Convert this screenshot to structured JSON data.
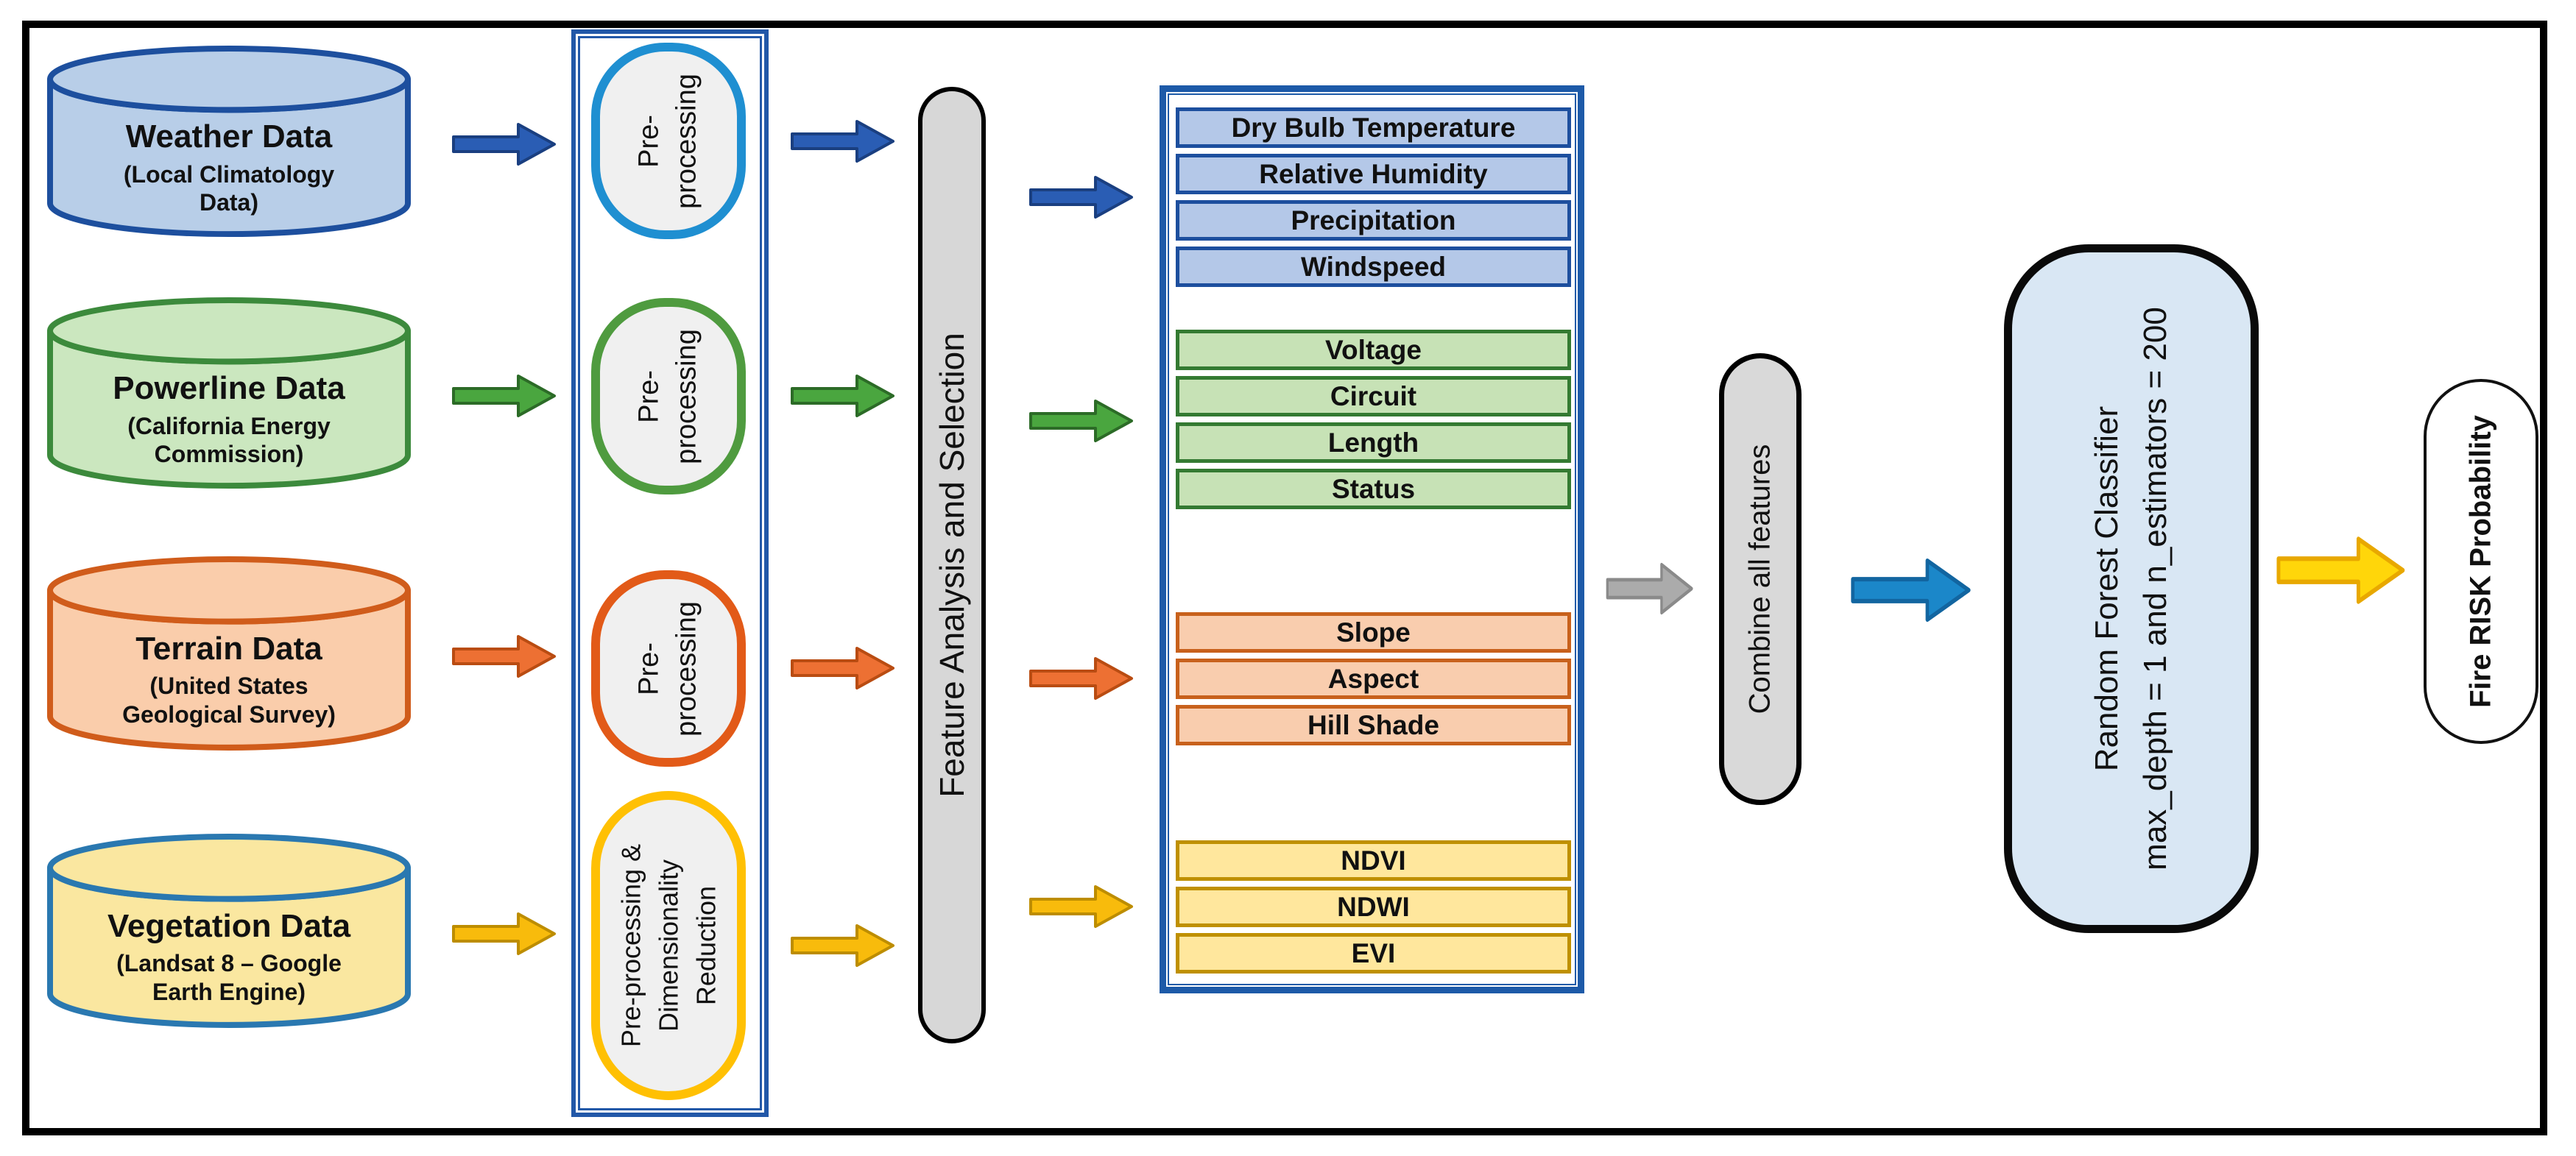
{
  "sources": [
    {
      "title": "Weather Data",
      "subtitle": "(Local Climatology Data)",
      "fill": "#b8cee8",
      "stroke": "#1d4f9e"
    },
    {
      "title": "Powerline Data",
      "subtitle": "(California Energy Commission)",
      "fill": "#cbe7bf",
      "stroke": "#3c8a3c"
    },
    {
      "title": "Terrain Data",
      "subtitle": "(United States Geological Survey)",
      "fill": "#facdab",
      "stroke": "#d05c1b"
    },
    {
      "title": "Vegetation Data",
      "subtitle": "(Landsat 8 – Google Earth Engine)",
      "fill": "#fae7a0",
      "stroke": "#2a78b0"
    }
  ],
  "preprocessing": [
    {
      "lines": [
        "Pre-",
        "processing"
      ],
      "border": "#1f8fd1"
    },
    {
      "lines": [
        "Pre-",
        "processing"
      ],
      "border": "#4f9b3f"
    },
    {
      "lines": [
        "Pre-",
        "processing"
      ],
      "border": "#e25a18"
    },
    {
      "lines": [
        "Pre-processing &",
        "Dimensionality",
        "Reduction"
      ],
      "border": "#ffc003"
    }
  ],
  "feature_analysis": {
    "label": "Feature Analysis and Selection",
    "fill": "#d7d7d7"
  },
  "features": {
    "groups": [
      {
        "fill": "#b4c8e8",
        "border": "#1d4f9e",
        "items": [
          "Dry Bulb Temperature",
          "Relative Humidity",
          "Precipitation",
          "Windspeed"
        ]
      },
      {
        "fill": "#c7e2b6",
        "border": "#347a32",
        "items": [
          "Voltage",
          "Circuit",
          "Length",
          "Status"
        ]
      },
      {
        "fill": "#f9cdae",
        "border": "#c8611c",
        "items": [
          "Slope",
          "Aspect",
          "Hill Shade"
        ]
      },
      {
        "fill": "#ffe79d",
        "border": "#bf9000",
        "items": [
          "NDVI",
          "NDWI",
          "EVI"
        ]
      }
    ]
  },
  "combine": {
    "label": "Combine all features",
    "fill": "#d9d9d9"
  },
  "classifier": {
    "lines": [
      "Random Forest Classifier",
      "max_depth = 1 and n_estimators = 200"
    ],
    "fill": "#d9e7f4"
  },
  "output": {
    "label": "Fire RISK Probability"
  },
  "arrows": {
    "blue": {
      "fill": "#2a5db4",
      "stroke": "#1a3f80"
    },
    "green": {
      "fill": "#4aa63f",
      "stroke": "#2c6b27"
    },
    "orange": {
      "fill": "#ed7033",
      "stroke": "#b94c12"
    },
    "gold": {
      "fill": "#f8bb0c",
      "stroke": "#bd8d00"
    },
    "gray": {
      "fill": "#ababab",
      "stroke": "#8a8a8a"
    },
    "cyan": {
      "fill": "#1b87c9",
      "stroke": "#1265a0"
    },
    "yellow": {
      "fill": "#ffd60a",
      "stroke": "#e8a800"
    }
  }
}
